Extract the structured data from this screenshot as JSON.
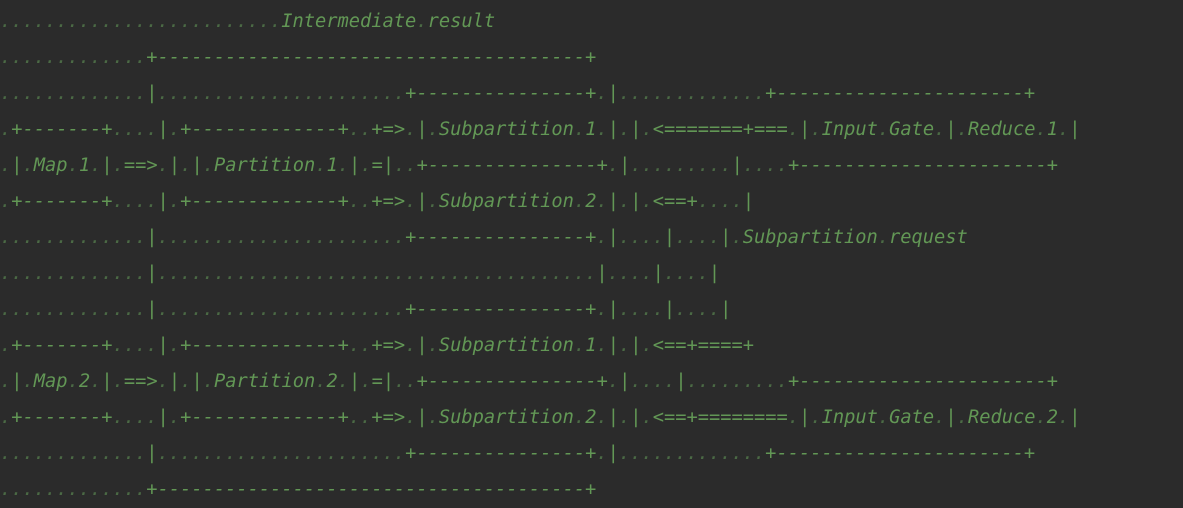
{
  "diagram": {
    "lines": [
      ".........................Intermediate.result",
      ".............+--------------------------------------+",
      ".............|......................+---------------+.|.............+----------------------+",
      ".+-------+....|.+-------------+..+=>.|.Subpartition.1.|.|.<=======+===.|.Input.Gate.|.Reduce.1.|",
      ".|.Map.1.|.==>.|.|.Partition.1.|.=|..+---------------+.|.........|....+----------------------+",
      ".+-------+....|.+-------------+..+=>.|.Subpartition.2.|.|.<==+....|",
      ".............|......................+---------------+.|....|....|.Subpartition.request",
      ".............|.......................................|....|....|",
      ".............|......................+---------------+.|....|....|",
      ".+-------+....|.+-------------+..+=>.|.Subpartition.1.|.|.<==+====+",
      ".|.Map.2.|.==>.|.|.Partition.2.|.=|..+---------------+.|....|.........+----------------------+",
      ".+-------+....|.+-------------+..+=>.|.Subpartition.2.|.|.<==+========.|.Input.Gate.|.Reduce.2.|",
      ".............|......................+---------------+.|.............+----------------------+",
      ".............+--------------------------------------+"
    ]
  }
}
